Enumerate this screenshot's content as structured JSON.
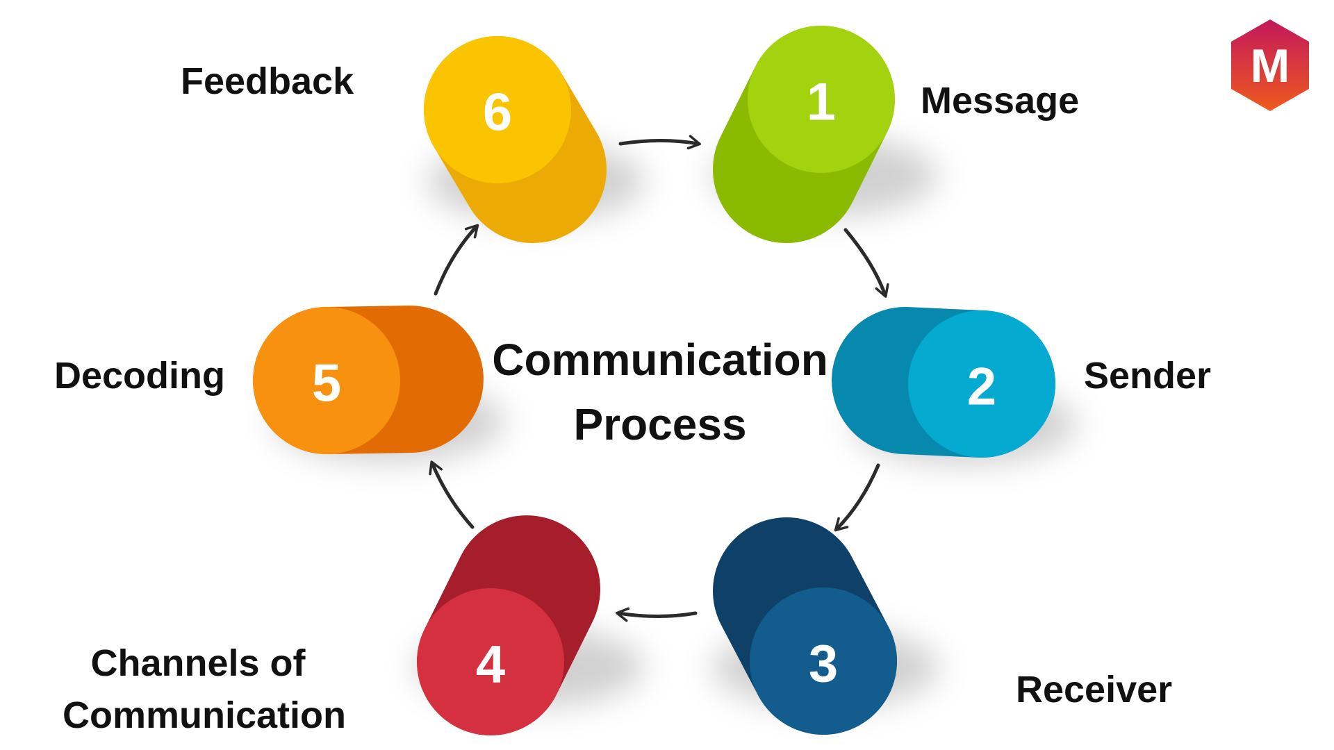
{
  "title": "Communication\nProcess",
  "logo": {
    "letter": "M",
    "color_top": "#c2185b",
    "color_bottom": "#ef5a1f"
  },
  "steps": [
    {
      "number": "1",
      "label": "Message",
      "color_cap": "#a3d20f",
      "color_body": "#8bbb00"
    },
    {
      "number": "2",
      "label": "Sender",
      "color_cap": "#05aad0",
      "color_body": "#0789ad"
    },
    {
      "number": "3",
      "label": "Receiver",
      "color_cap": "#135c8e",
      "color_body": "#0f4168"
    },
    {
      "number": "4",
      "label": "Channels of\nCommunication",
      "color_cap": "#d53040",
      "color_body": "#a61d2b"
    },
    {
      "number": "5",
      "label": "Decoding",
      "color_cap": "#f7910f",
      "color_body": "#e26c03"
    },
    {
      "number": "6",
      "label": "Feedback",
      "color_cap": "#fbc400",
      "color_body": "#ecaa04"
    }
  ],
  "arrow_color": "#2b2b2b"
}
